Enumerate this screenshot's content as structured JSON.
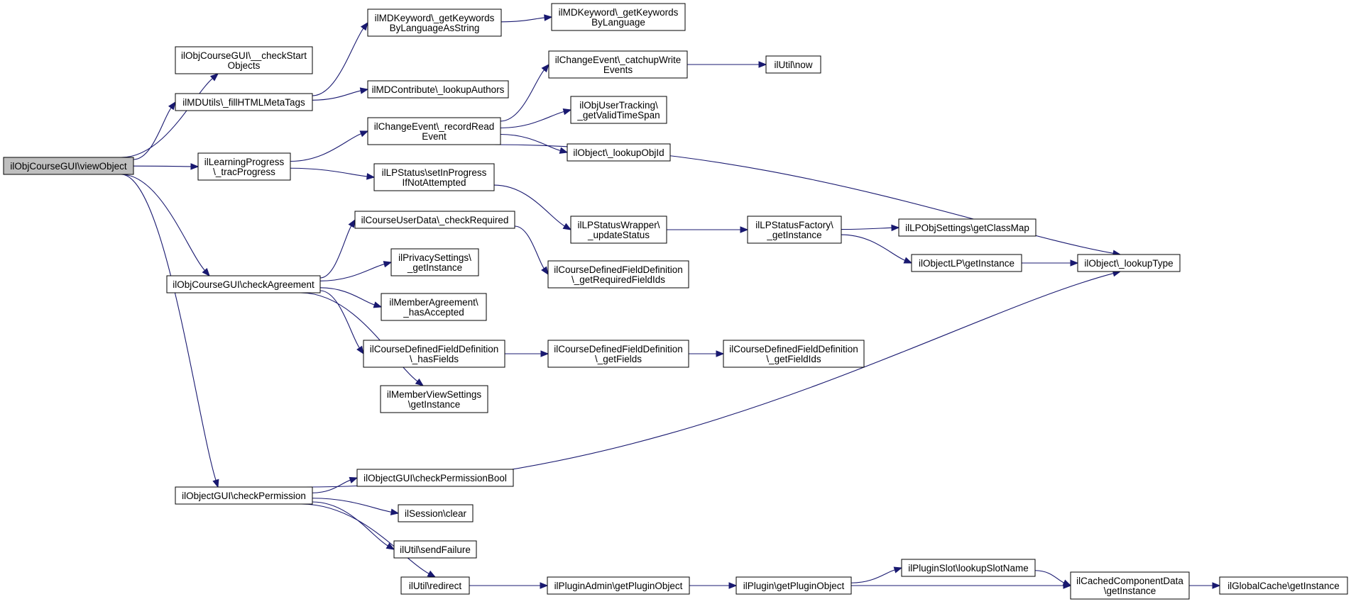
{
  "nodes": [
    {
      "id": "viewObject",
      "lines": [
        "ilObjCourseGUI\\viewObject"
      ],
      "root": true
    },
    {
      "id": "checkStartObjects",
      "lines": [
        "ilObjCourseGUI\\__checkStart",
        "Objects"
      ]
    },
    {
      "id": "fillHTMLMetaTags",
      "lines": [
        "ilMDUtils\\_fillHTMLMetaTags"
      ]
    },
    {
      "id": "getKeywordsByLanguageAsString",
      "lines": [
        "ilMDKeyword\\_getKeywords",
        "ByLanguageAsString"
      ]
    },
    {
      "id": "getKeywordsByLanguage",
      "lines": [
        "ilMDKeyword\\_getKeywords",
        "ByLanguage"
      ]
    },
    {
      "id": "lookupAuthors",
      "lines": [
        "ilMDContribute\\_lookupAuthors"
      ]
    },
    {
      "id": "tracProgress",
      "lines": [
        "ilLearningProgress",
        "\\_tracProgress"
      ]
    },
    {
      "id": "recordReadEvent",
      "lines": [
        "ilChangeEvent\\_recordRead",
        "Event"
      ]
    },
    {
      "id": "catchupWriteEvents",
      "lines": [
        "ilChangeEvent\\_catchupWrite",
        "Events"
      ]
    },
    {
      "id": "utilNow",
      "lines": [
        "ilUtil\\now"
      ]
    },
    {
      "id": "getValidTimeSpan",
      "lines": [
        "ilObjUserTracking\\",
        "_getValidTimeSpan"
      ]
    },
    {
      "id": "lookupObjId",
      "lines": [
        "ilObject\\_lookupObjId"
      ]
    },
    {
      "id": "setInProgress",
      "lines": [
        "ilLPStatus\\setInProgress",
        "IfNotAttempted"
      ]
    },
    {
      "id": "updateStatus",
      "lines": [
        "ilLPStatusWrapper\\",
        "_updateStatus"
      ]
    },
    {
      "id": "lpStatusFactory",
      "lines": [
        "ilLPStatusFactory\\",
        "_getInstance"
      ]
    },
    {
      "id": "getClassMap",
      "lines": [
        "ilLPObjSettings\\getClassMap"
      ]
    },
    {
      "id": "objectLPGetInstance",
      "lines": [
        "ilObjectLP\\getInstance"
      ]
    },
    {
      "id": "lookupType",
      "lines": [
        "ilObject\\_lookupType"
      ]
    },
    {
      "id": "checkAgreement",
      "lines": [
        "ilObjCourseGUI\\checkAgreement"
      ]
    },
    {
      "id": "checkRequired",
      "lines": [
        "ilCourseUserData\\_checkRequired"
      ]
    },
    {
      "id": "getRequiredFieldIds",
      "lines": [
        "ilCourseDefinedFieldDefinition",
        "\\_getRequiredFieldIds"
      ]
    },
    {
      "id": "privacyGetInstance",
      "lines": [
        "ilPrivacySettings\\",
        "_getInstance"
      ]
    },
    {
      "id": "hasAccepted",
      "lines": [
        "ilMemberAgreement\\",
        "_hasAccepted"
      ]
    },
    {
      "id": "hasFields",
      "lines": [
        "ilCourseDefinedFieldDefinition",
        "\\_hasFields"
      ]
    },
    {
      "id": "getFields",
      "lines": [
        "ilCourseDefinedFieldDefinition",
        "\\_getFields"
      ]
    },
    {
      "id": "getFieldIds",
      "lines": [
        "ilCourseDefinedFieldDefinition",
        "\\_getFieldIds"
      ]
    },
    {
      "id": "memberViewSettings",
      "lines": [
        "ilMemberViewSettings",
        "\\getInstance"
      ]
    },
    {
      "id": "checkPermission",
      "lines": [
        "ilObjectGUI\\checkPermission"
      ]
    },
    {
      "id": "checkPermissionBool",
      "lines": [
        "ilObjectGUI\\checkPermissionBool"
      ]
    },
    {
      "id": "sessionClear",
      "lines": [
        "ilSession\\clear"
      ]
    },
    {
      "id": "sendFailure",
      "lines": [
        "ilUtil\\sendFailure"
      ]
    },
    {
      "id": "redirect",
      "lines": [
        "ilUtil\\redirect"
      ]
    },
    {
      "id": "pluginAdminGetPluginObject",
      "lines": [
        "ilPluginAdmin\\getPluginObject"
      ]
    },
    {
      "id": "pluginGetPluginObject",
      "lines": [
        "ilPlugin\\getPluginObject"
      ]
    },
    {
      "id": "lookupSlotName",
      "lines": [
        "ilPluginSlot\\lookupSlotName"
      ]
    },
    {
      "id": "cachedComponentData",
      "lines": [
        "ilCachedComponentData",
        "\\getInstance"
      ]
    },
    {
      "id": "globalCache",
      "lines": [
        "ilGlobalCache\\getInstance"
      ]
    }
  ],
  "edges": [
    [
      "viewObject",
      "checkStartObjects"
    ],
    [
      "viewObject",
      "fillHTMLMetaTags"
    ],
    [
      "viewObject",
      "tracProgress"
    ],
    [
      "viewObject",
      "checkAgreement"
    ],
    [
      "viewObject",
      "checkPermission"
    ],
    [
      "fillHTMLMetaTags",
      "getKeywordsByLanguageAsString"
    ],
    [
      "fillHTMLMetaTags",
      "lookupAuthors"
    ],
    [
      "getKeywordsByLanguageAsString",
      "getKeywordsByLanguage"
    ],
    [
      "tracProgress",
      "recordReadEvent"
    ],
    [
      "tracProgress",
      "setInProgress"
    ],
    [
      "recordReadEvent",
      "catchupWriteEvents"
    ],
    [
      "recordReadEvent",
      "getValidTimeSpan"
    ],
    [
      "recordReadEvent",
      "lookupObjId"
    ],
    [
      "recordReadEvent",
      "lookupType"
    ],
    [
      "catchupWriteEvents",
      "utilNow"
    ],
    [
      "setInProgress",
      "updateStatus"
    ],
    [
      "updateStatus",
      "lpStatusFactory"
    ],
    [
      "lpStatusFactory",
      "getClassMap"
    ],
    [
      "lpStatusFactory",
      "objectLPGetInstance"
    ],
    [
      "objectLPGetInstance",
      "lookupType"
    ],
    [
      "checkAgreement",
      "checkRequired"
    ],
    [
      "checkAgreement",
      "privacyGetInstance"
    ],
    [
      "checkAgreement",
      "hasAccepted"
    ],
    [
      "checkAgreement",
      "hasFields"
    ],
    [
      "checkAgreement",
      "memberViewSettings"
    ],
    [
      "checkRequired",
      "getRequiredFieldIds"
    ],
    [
      "hasFields",
      "getFields"
    ],
    [
      "getFields",
      "getFieldIds"
    ],
    [
      "checkPermission",
      "lookupType"
    ],
    [
      "checkPermission",
      "checkPermissionBool"
    ],
    [
      "checkPermission",
      "sessionClear"
    ],
    [
      "checkPermission",
      "sendFailure"
    ],
    [
      "checkPermission",
      "redirect"
    ],
    [
      "redirect",
      "pluginAdminGetPluginObject"
    ],
    [
      "pluginAdminGetPluginObject",
      "pluginGetPluginObject"
    ],
    [
      "pluginGetPluginObject",
      "lookupSlotName"
    ],
    [
      "pluginGetPluginObject",
      "cachedComponentData"
    ],
    [
      "lookupSlotName",
      "cachedComponentData"
    ],
    [
      "cachedComponentData",
      "globalCache"
    ]
  ]
}
